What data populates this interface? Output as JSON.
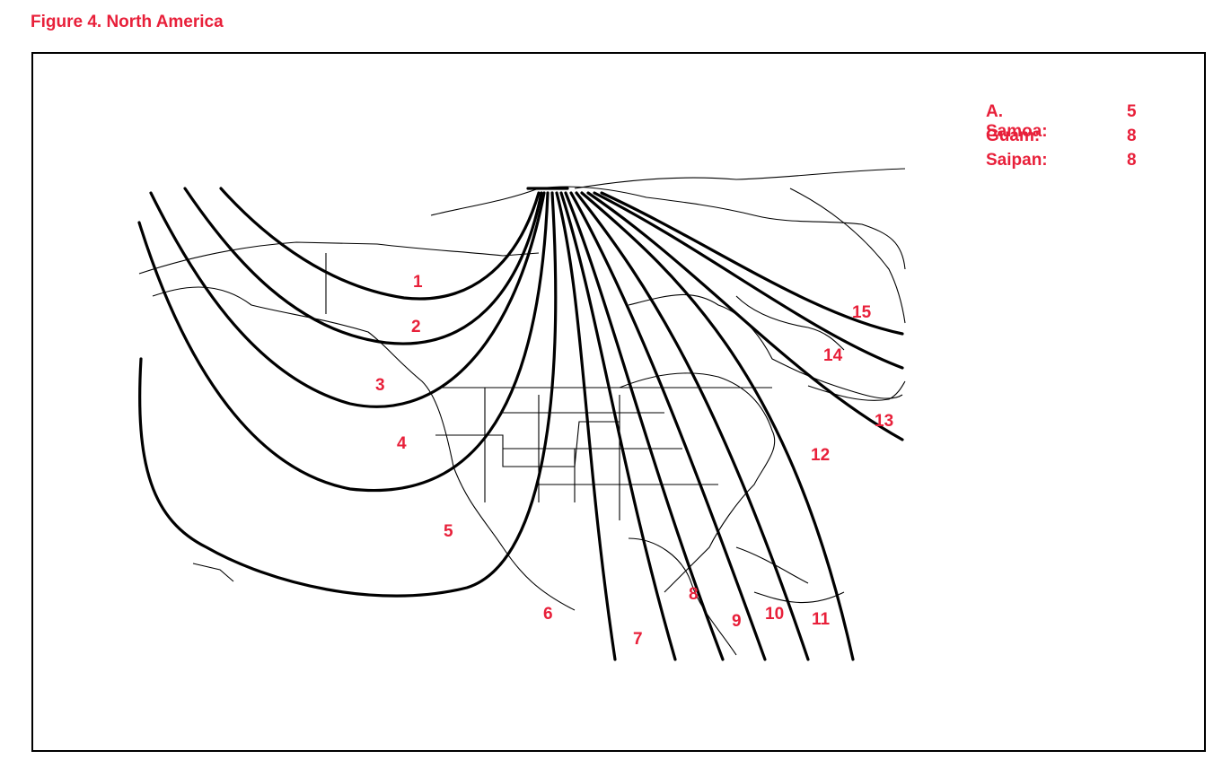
{
  "figure_title": "Figure 4.  North America",
  "legend": [
    {
      "name": "A. Samoa:",
      "value": "5"
    },
    {
      "name": "Guam:",
      "value": "8"
    },
    {
      "name": "Saipan:",
      "value": "8"
    }
  ],
  "zone_labels": [
    "1",
    "2",
    "3",
    "4",
    "5",
    "6",
    "7",
    "8",
    "9",
    "10",
    "11",
    "12",
    "13",
    "14",
    "15"
  ],
  "colors": {
    "label_red": "#e8203a",
    "lines": "#000000"
  }
}
